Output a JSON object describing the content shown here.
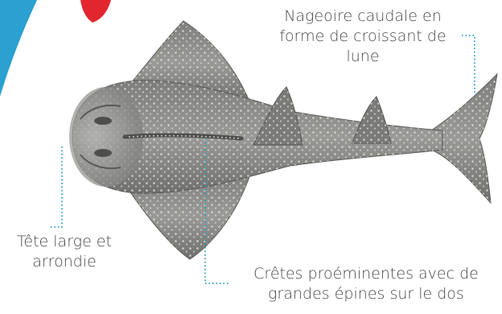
{
  "labels": {
    "caudal": [
      "Nageoire caudale en",
      "forme de croissant de",
      "lune"
    ],
    "head": [
      "Tête large et",
      "arrondie"
    ],
    "ridges": [
      "Crêtes proéminentes avec de",
      "grandes épines sur le dos"
    ]
  },
  "colors": {
    "body": "#8a8a88",
    "body_dark": "#5e5e5c",
    "spots": "#d8d8d4",
    "leader": "#1e9fc6",
    "accent_blue": "#2aa1d0",
    "accent_red": "#e3262e",
    "text": "#4a4a4a"
  }
}
